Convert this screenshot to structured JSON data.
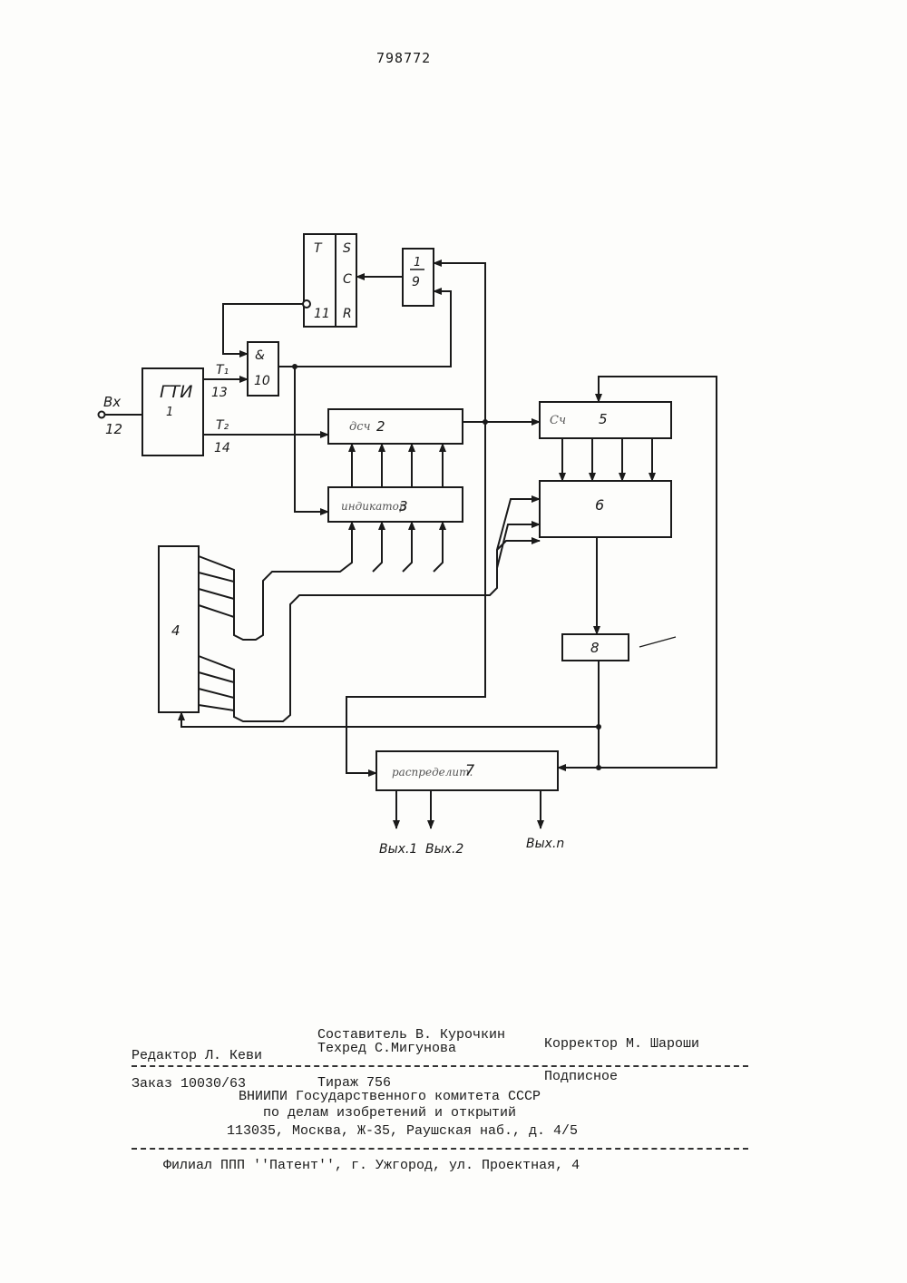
{
  "patent_number": "798772",
  "diagram": {
    "input_label": "Вх",
    "input_num": "12",
    "gti_label": "ГТИ",
    "gti_num": "1",
    "t1": "T₁",
    "t1_num": "13",
    "t2": "T₂",
    "t2_num": "14",
    "and_sym": "&",
    "and_num": "10",
    "trigger_T": "T",
    "trigger_S": "S",
    "trigger_C": "C",
    "trigger_R": "R",
    "trigger_num": "11",
    "or_sym": "1",
    "or_num": "9",
    "block2_num": "2",
    "block3_num": "3",
    "block4_num": "4",
    "block5_num": "5",
    "block6_num": "6",
    "block7_num": "7",
    "block8_num": "8",
    "out1": "Вых.1",
    "out2": "Вых.2",
    "outn": "Вых.n"
  },
  "imprint": {
    "compiler": "Составитель В. Курочкин",
    "editor": "Редактор Л. Кеви",
    "techred": "Техред   С.Мигунова",
    "corrector": "Корректор М. Шароши",
    "order": "Заказ 10030/63",
    "circulation": "Тираж 756",
    "subscription": "Подписное",
    "org1": "ВНИИПИ Государственного комитета СССР",
    "org2": "по делам изобретений и открытий",
    "address": "113035, Москва, Ж-35, Раушская наб., д. 4/5",
    "branch": "Филиал ППП ''Патент'', г. Ужгород, ул. Проектная, 4"
  }
}
